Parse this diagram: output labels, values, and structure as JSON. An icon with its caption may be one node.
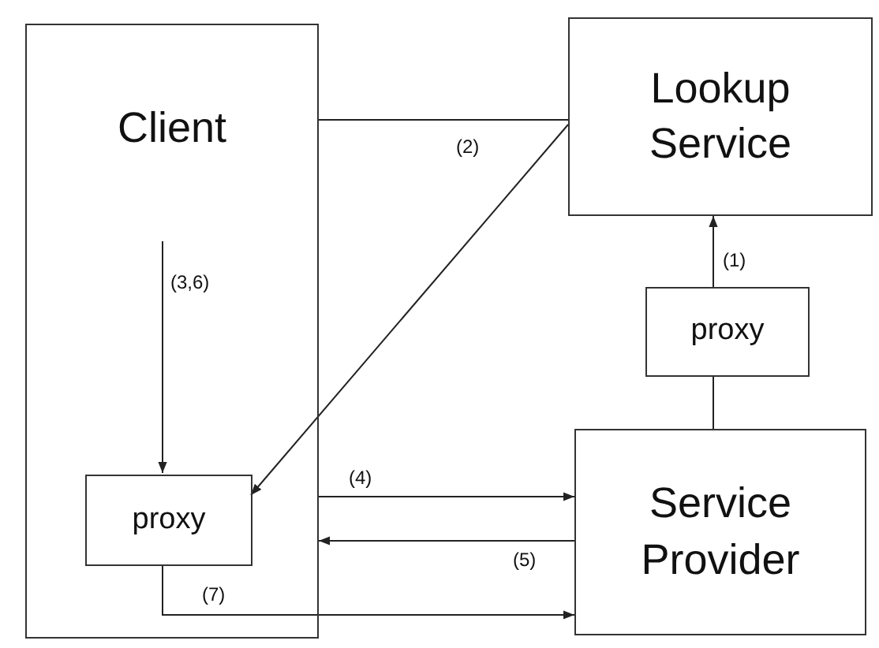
{
  "diagram": {
    "nodes": [
      {
        "text": [
          "Client"
        ]
      },
      {
        "text": [
          "proxy"
        ],
        "in": 0
      },
      {
        "text": [
          "Lookup Service"
        ]
      },
      {
        "text": [
          "proxy"
        ]
      },
      {
        "text": [
          "Service Provider"
        ]
      }
    ],
    "edges": [
      {
        "from": 0,
        "to": 2,
        "arrow": "none",
        "label": "(2)"
      },
      {
        "from": 2,
        "to": 1,
        "arrow": "to"
      },
      {
        "from": null,
        "to": 1,
        "arrow": "to",
        "label": "(3,6)"
      },
      {
        "from": 3,
        "to": 2,
        "arrow": "to",
        "label": "(1)"
      },
      {
        "from": 4,
        "to": 3,
        "arrow": "none"
      },
      {
        "from": 0,
        "to": 4,
        "arrow": "to",
        "label": "(4)"
      },
      {
        "from": 4,
        "to": 0,
        "arrow": "to",
        "label": "(5)"
      },
      {
        "from": 1,
        "to": 4,
        "arrow": "to",
        "label": "(7)"
      }
    ]
  }
}
